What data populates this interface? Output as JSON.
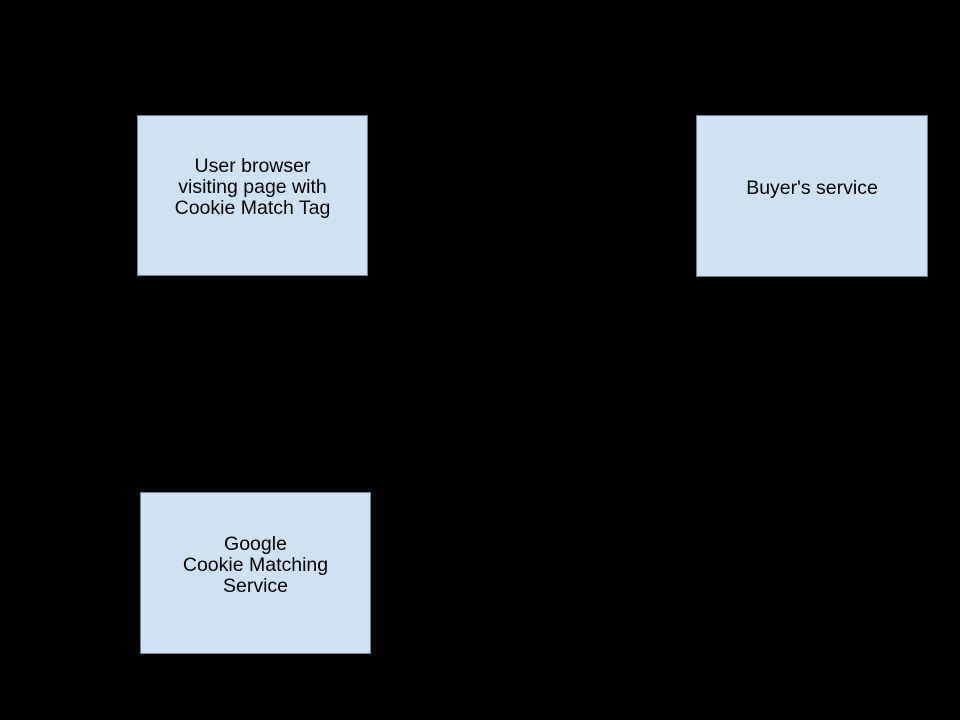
{
  "canvas": {
    "background_color": "#000000"
  },
  "diagram": {
    "node_fill_color": "#cfe2f3",
    "node_border_color": "#6d8296",
    "node_text_color": "#000000",
    "nodes": [
      {
        "id": "user-browser",
        "line1": "User browser",
        "line2": "visiting page with",
        "line3": "Cookie Match Tag"
      },
      {
        "id": "buyers-service",
        "line1": "Buyer's service"
      },
      {
        "id": "google-cookie-matching-service",
        "line1": "Google",
        "line2": "Cookie Matching",
        "line3": "Service"
      }
    ]
  }
}
